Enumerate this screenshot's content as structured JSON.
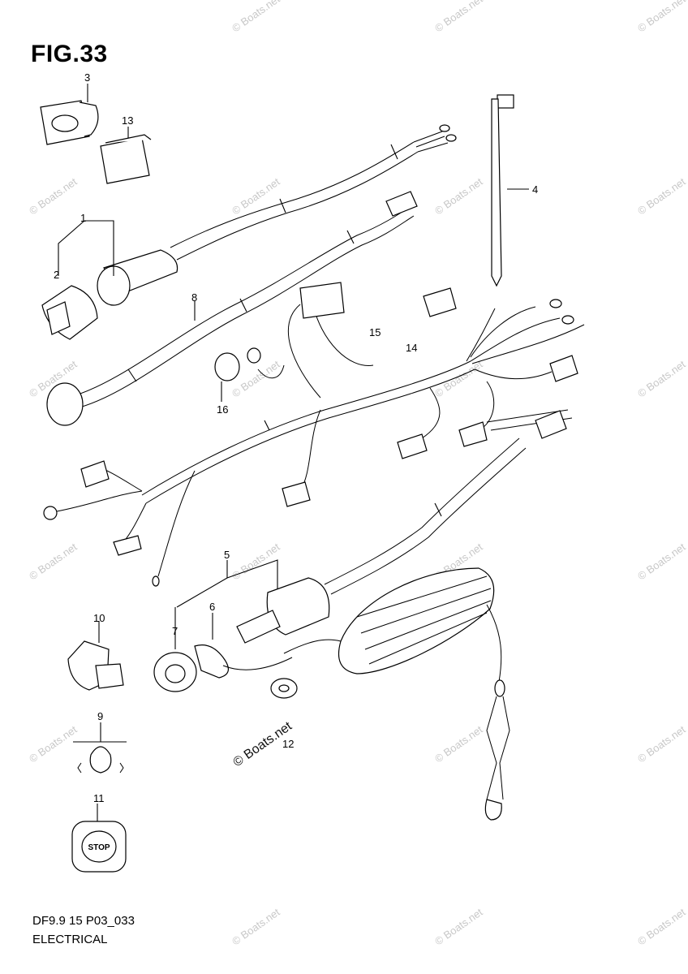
{
  "figure": {
    "title": "FIG.33",
    "footer_code": "DF9.9 15 P03_033",
    "footer_section": "ELECTRICAL"
  },
  "callouts": [
    "1",
    "2",
    "3",
    "4",
    "5",
    "6",
    "7",
    "8",
    "9",
    "10",
    "11",
    "12",
    "13",
    "14",
    "15",
    "16"
  ],
  "labels": {
    "stop_switch": "STOP"
  },
  "watermark": {
    "text": "© Boats.net"
  }
}
